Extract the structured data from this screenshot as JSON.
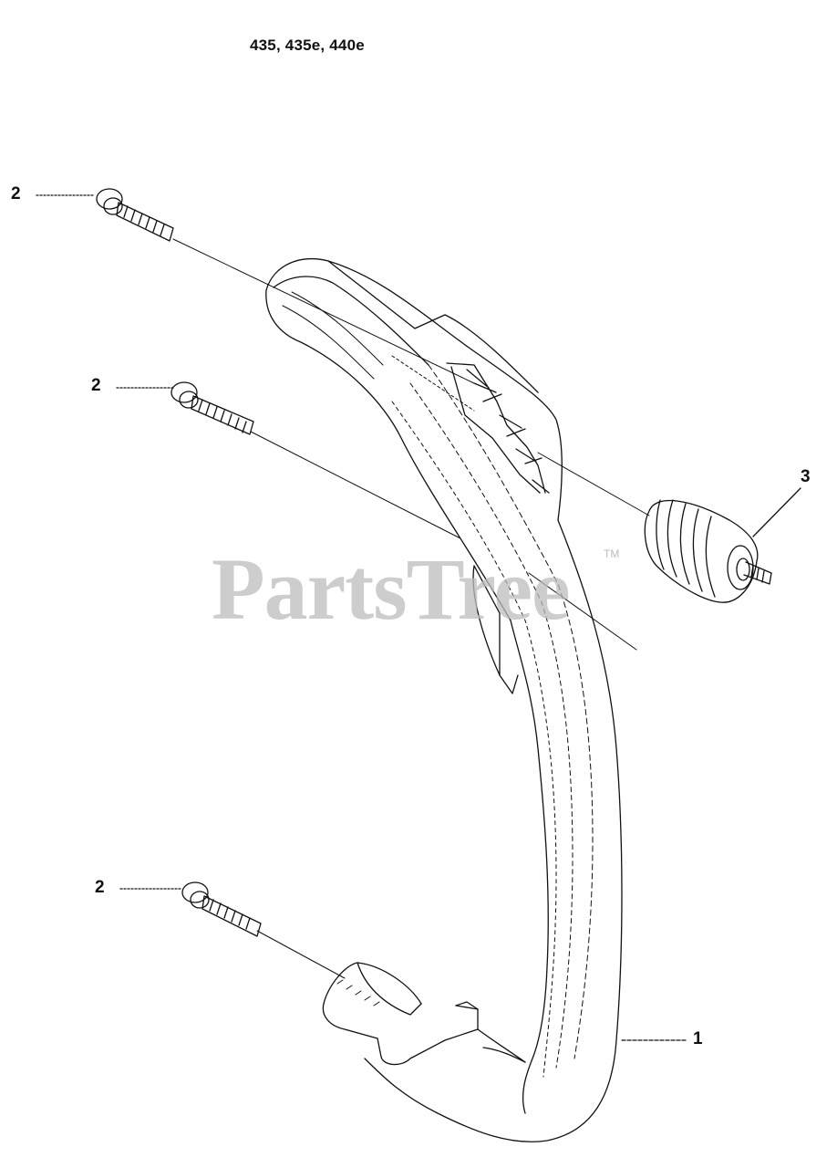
{
  "title": "435, 435e, 440e",
  "callouts": [
    {
      "label": "2",
      "part": "bolt"
    },
    {
      "label": "2",
      "part": "bolt"
    },
    {
      "label": "2",
      "part": "bolt"
    },
    {
      "label": "3",
      "part": "vibration-damper"
    },
    {
      "label": "1",
      "part": "front-handle"
    }
  ],
  "watermark": {
    "text": "PartsTree",
    "trademark": "TM"
  },
  "colors": {
    "line": "#111111",
    "watermark": "#bdbdbd"
  }
}
